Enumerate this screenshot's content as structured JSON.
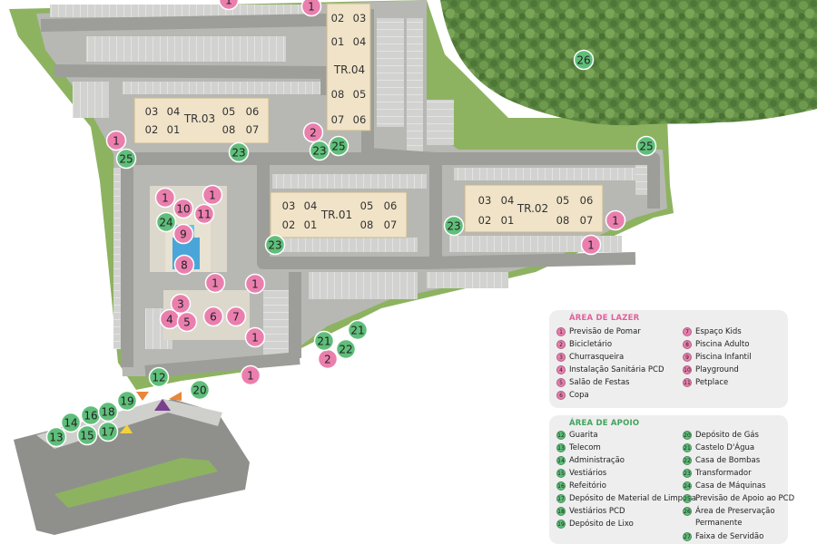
{
  "colors": {
    "lazer": "#ea7fae",
    "apoio": "#5fbe7a",
    "lazer_title": "#e0609a",
    "apoio_title": "#41a35e",
    "road": "#a9aaa5",
    "parking": "#d4d4d2",
    "building": "#f0e3c8",
    "forest": "#5f8a43",
    "grass": "#8fb462"
  },
  "towers": [
    {
      "id": "tr03",
      "label": "TR.03",
      "units": [
        "03",
        "04",
        "05",
        "06",
        "02",
        "01",
        "08",
        "07"
      ]
    },
    {
      "id": "tr04",
      "label": "TR.04",
      "units": [
        "02",
        "03",
        "01",
        "04",
        "08",
        "05",
        "07",
        "06"
      ]
    },
    {
      "id": "tr01",
      "label": "TR.01",
      "units": [
        "03",
        "04",
        "05",
        "06",
        "02",
        "01",
        "08",
        "07"
      ]
    },
    {
      "id": "tr02",
      "label": "TR.02",
      "units": [
        "03",
        "04",
        "05",
        "06",
        "02",
        "01",
        "08",
        "07"
      ]
    }
  ],
  "markers": [
    {
      "n": "1",
      "t": "lazer"
    },
    {
      "n": "1",
      "t": "lazer"
    },
    {
      "n": "1",
      "t": "lazer"
    },
    {
      "n": "1",
      "t": "lazer"
    },
    {
      "n": "1",
      "t": "lazer"
    },
    {
      "n": "1",
      "t": "lazer"
    },
    {
      "n": "1",
      "t": "lazer"
    },
    {
      "n": "1",
      "t": "lazer"
    },
    {
      "n": "1",
      "t": "lazer"
    },
    {
      "n": "1",
      "t": "lazer"
    },
    {
      "n": "1",
      "t": "lazer"
    },
    {
      "n": "2",
      "t": "lazer"
    },
    {
      "n": "2",
      "t": "lazer"
    },
    {
      "n": "3",
      "t": "lazer"
    },
    {
      "n": "4",
      "t": "lazer"
    },
    {
      "n": "5",
      "t": "lazer"
    },
    {
      "n": "6",
      "t": "lazer"
    },
    {
      "n": "7",
      "t": "lazer"
    },
    {
      "n": "8",
      "t": "lazer"
    },
    {
      "n": "9",
      "t": "lazer"
    },
    {
      "n": "10",
      "t": "lazer"
    },
    {
      "n": "11",
      "t": "lazer"
    },
    {
      "n": "12",
      "t": "apoio"
    },
    {
      "n": "13",
      "t": "apoio"
    },
    {
      "n": "14",
      "t": "apoio"
    },
    {
      "n": "15",
      "t": "apoio"
    },
    {
      "n": "16",
      "t": "apoio"
    },
    {
      "n": "17",
      "t": "apoio"
    },
    {
      "n": "18",
      "t": "apoio"
    },
    {
      "n": "19",
      "t": "apoio"
    },
    {
      "n": "20",
      "t": "apoio"
    },
    {
      "n": "21",
      "t": "apoio"
    },
    {
      "n": "21",
      "t": "apoio"
    },
    {
      "n": "22",
      "t": "apoio"
    },
    {
      "n": "23",
      "t": "apoio"
    },
    {
      "n": "23",
      "t": "apoio"
    },
    {
      "n": "23",
      "t": "apoio"
    },
    {
      "n": "23",
      "t": "apoio"
    },
    {
      "n": "24",
      "t": "apoio"
    },
    {
      "n": "25",
      "t": "apoio"
    },
    {
      "n": "25",
      "t": "apoio"
    },
    {
      "n": "25",
      "t": "apoio"
    },
    {
      "n": "26",
      "t": "apoio"
    }
  ],
  "legend_lazer": {
    "title": "ÁREA DE LAZER",
    "items": [
      {
        "n": "1",
        "label": "Previsão de Pomar"
      },
      {
        "n": "2",
        "label": "Bicicletário"
      },
      {
        "n": "3",
        "label": "Churrasqueira"
      },
      {
        "n": "4",
        "label": "Instalação Sanitária PCD"
      },
      {
        "n": "5",
        "label": "Salão de Festas"
      },
      {
        "n": "6",
        "label": "Copa"
      },
      {
        "n": "7",
        "label": "Espaço Kids"
      },
      {
        "n": "8",
        "label": "Piscina Adulto"
      },
      {
        "n": "9",
        "label": "Piscina Infantil"
      },
      {
        "n": "10",
        "label": "Playground"
      },
      {
        "n": "11",
        "label": "Petplace"
      }
    ]
  },
  "legend_apoio": {
    "title": "ÁREA DE APOIO",
    "items": [
      {
        "n": "12",
        "label": "Guarita"
      },
      {
        "n": "13",
        "label": "Telecom"
      },
      {
        "n": "14",
        "label": "Administração"
      },
      {
        "n": "15",
        "label": "Vestiários"
      },
      {
        "n": "16",
        "label": "Refeitório"
      },
      {
        "n": "17",
        "label": "Depósito de Material de Limpeza"
      },
      {
        "n": "18",
        "label": "Vestiários PCD"
      },
      {
        "n": "19",
        "label": "Depósito de Lixo"
      },
      {
        "n": "20",
        "label": "Depósito de Gás"
      },
      {
        "n": "21",
        "label": "Castelo D'Água"
      },
      {
        "n": "22",
        "label": "Casa de Bombas"
      },
      {
        "n": "23",
        "label": "Transformador"
      },
      {
        "n": "24",
        "label": "Casa de Máquinas"
      },
      {
        "n": "25",
        "label": "Previsão de Apoio ao PCD"
      },
      {
        "n": "26",
        "label": "Área de Preservação",
        "cont": "Permanente"
      },
      {
        "n": "27",
        "label": "Faixa de Servidão"
      }
    ]
  }
}
